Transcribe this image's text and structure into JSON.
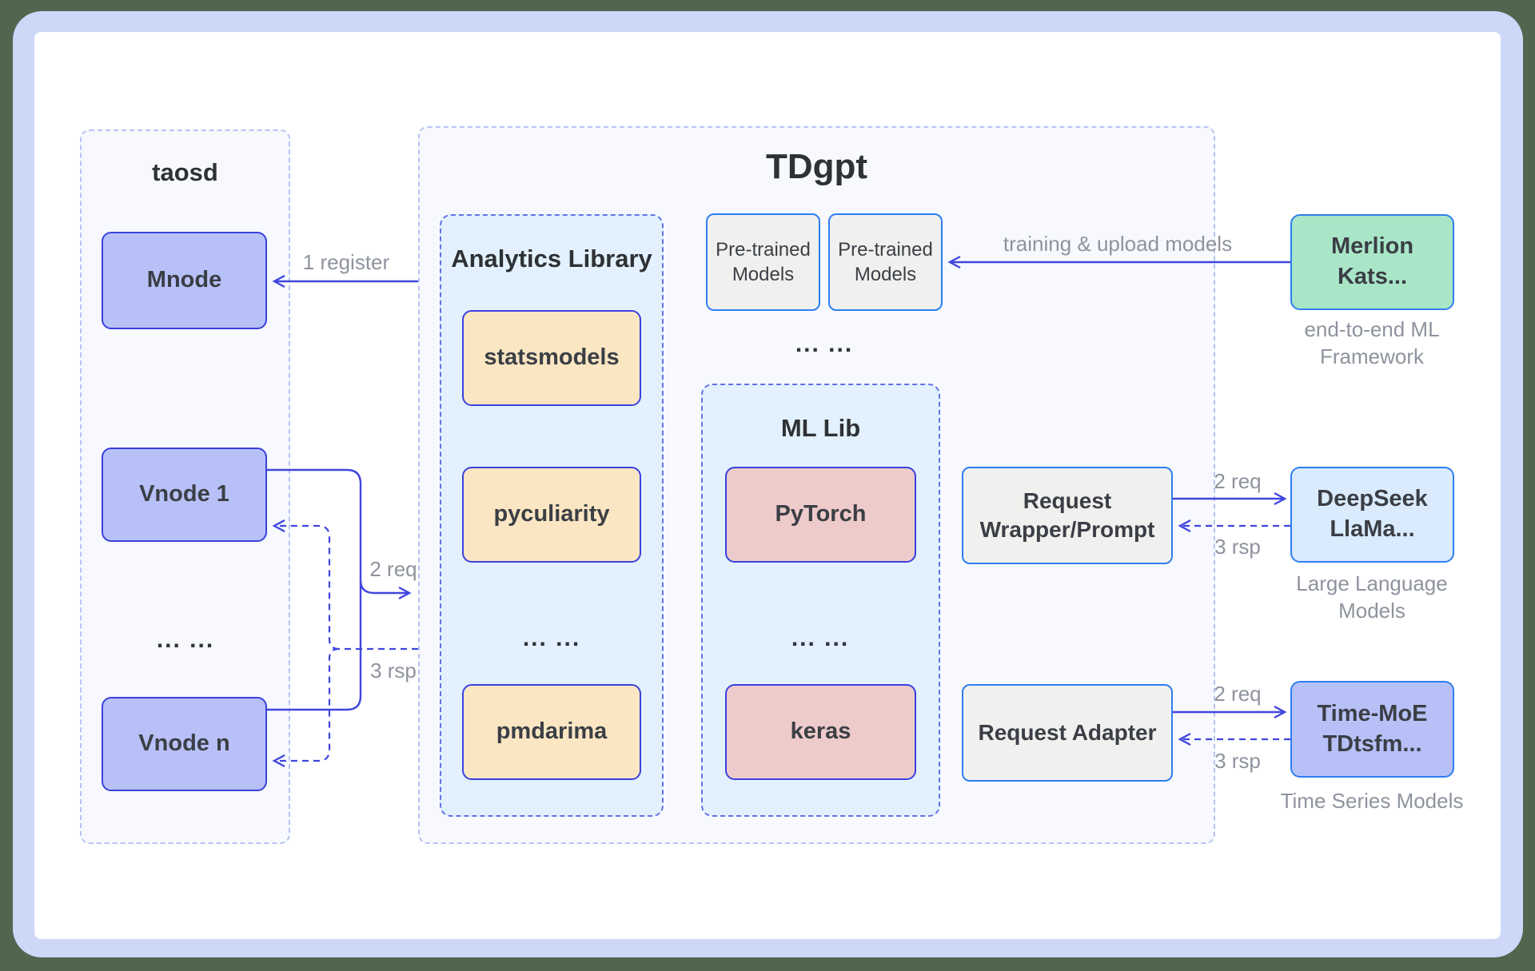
{
  "colors": {
    "page-bg": "#50664f",
    "frame": "#cdd7f8",
    "panel": "#ffffff",
    "container-fill": "#f7f9fe",
    "container-border": "#b7c3f2",
    "subcontainer-fill": "#e2f1fd",
    "subcontainer-border": "#6272e8",
    "purple-fill": "#b7c1f8",
    "indigo-border": "#3a40dd",
    "yellow-fill": "#fae6c2",
    "pink-fill": "#edcbca",
    "gray-fill": "#f0f1ee",
    "blue-border": "#2e7ef0",
    "green-fill": "#a9e6c8",
    "lightblue-fill": "#d9ebfc",
    "text-dark": "#3b3e45",
    "text-gray": "#8e939e",
    "arrow": "#4046dd"
  },
  "taosd": {
    "title": "taosd",
    "mnode": "Mnode",
    "vnode1": "Vnode 1",
    "ellipsis": "... ...",
    "vnoden": "Vnode n"
  },
  "tdgpt": {
    "title": "TDgpt",
    "analytics": {
      "title": "Analytics Library",
      "item1": "statsmodels",
      "item2": "pyculiarity",
      "ellipsis": "... ...",
      "item3": "pmdarima"
    },
    "pretrained": {
      "box1": "Pre-trained Models",
      "box2": "Pre-trained Models",
      "ellipsis": "... ..."
    },
    "mllib": {
      "title": "ML Lib",
      "item1": "PyTorch",
      "ellipsis": "... ...",
      "item2": "keras"
    },
    "request_wrapper": "Request Wrapper/Prompt",
    "request_adapter": "Request Adapter"
  },
  "external": {
    "ml_framework": {
      "label": "Merlion Kats...",
      "caption": "end-to-end ML Framework"
    },
    "llm": {
      "label": "DeepSeek LlaMa...",
      "caption": "Large Language Models"
    },
    "tsm": {
      "label": "Time-MoE TDtsfm...",
      "caption": "Time Series Models"
    }
  },
  "arrows": {
    "register": "1 register",
    "training": "training & upload models",
    "vnode_req": "2 req",
    "vnode_rsp": "3 rsp",
    "llm_req": "2 req",
    "llm_rsp": "3 rsp",
    "tsm_req": "2 req",
    "tsm_rsp": "3 rsp"
  }
}
